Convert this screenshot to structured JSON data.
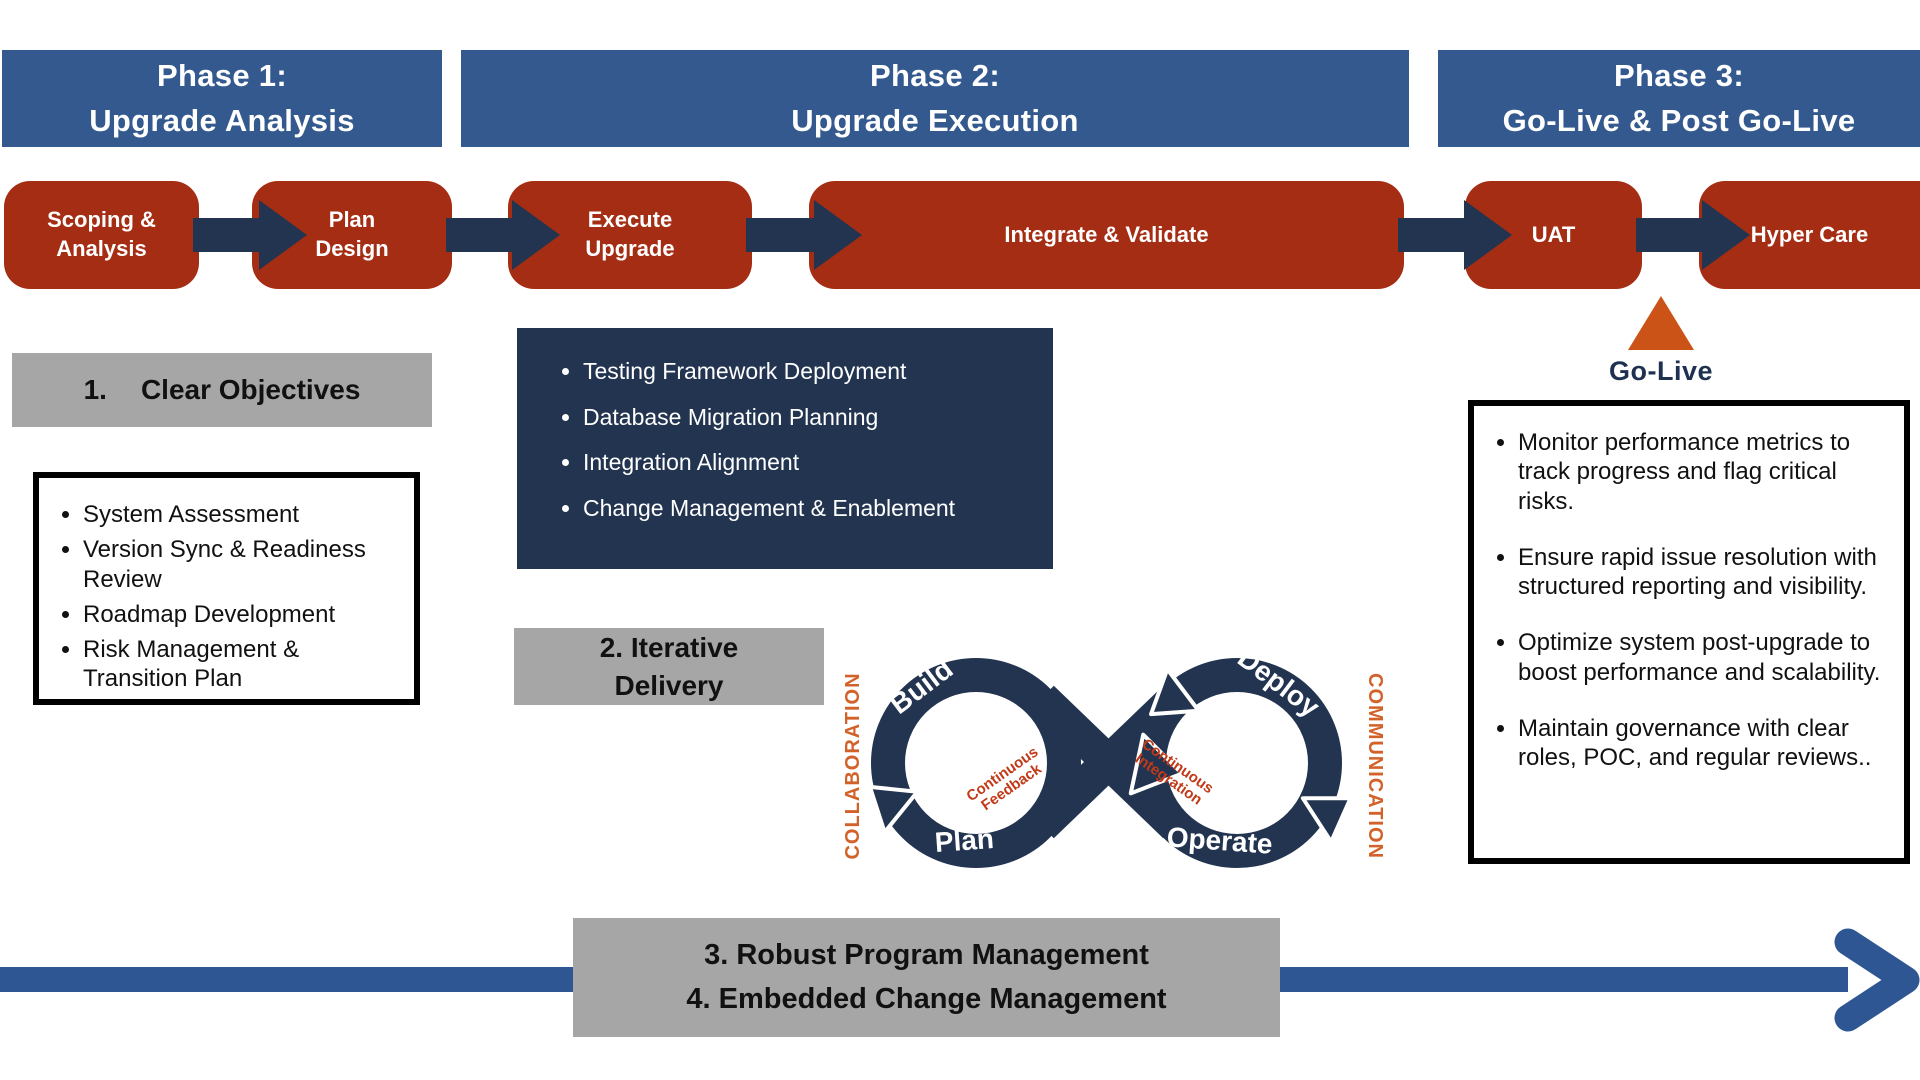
{
  "phases": [
    {
      "line1": "Phase 1:",
      "line2": "Upgrade Analysis"
    },
    {
      "line1": "Phase 2:",
      "line2": "Upgrade Execution"
    },
    {
      "line1": "Phase 3:",
      "line2": "Go-Live & Post Go-Live"
    }
  ],
  "steps": [
    {
      "lines": [
        "Scoping &",
        "Analysis"
      ]
    },
    {
      "lines": [
        "Plan",
        "Design"
      ]
    },
    {
      "lines": [
        "Execute",
        "Upgrade"
      ]
    },
    {
      "lines": [
        "Integrate & Validate"
      ]
    },
    {
      "lines": [
        "UAT"
      ]
    },
    {
      "lines": [
        "Hyper Care"
      ]
    }
  ],
  "go_live_label": "Go-Live",
  "callout_1": {
    "number": "1.",
    "label": "Clear Objectives"
  },
  "callout_2": {
    "line1": "2. Iterative",
    "line2": "Delivery"
  },
  "callout_bottom": {
    "line1": "3. Robust Program Management",
    "line2": "4. Embedded Change Management"
  },
  "phase1_details": {
    "items": [
      "System Assessment",
      "Version Sync &  Readiness Review",
      "Roadmap Development",
      "Risk Management & Transition Plan"
    ]
  },
  "phase2_details": {
    "items": [
      "Testing Framework Deployment",
      "Database Migration Planning",
      "Integration Alignment",
      "Change Management & Enablement"
    ]
  },
  "phase3_details": {
    "items": [
      "Monitor performance metrics to track progress and flag critical risks.",
      "Ensure rapid issue resolution with structured reporting and visibility.",
      "Optimize system post-upgrade to boost performance and scalability.",
      "Maintain governance with clear roles, POC, and regular reviews.."
    ]
  },
  "devops_loop": {
    "collaboration": "COLLABORATION",
    "communication": "COMMUNICATION",
    "build": "Build",
    "deploy": "Deploy",
    "plan": "Plan",
    "operate": "Operate",
    "continuous_feedback_line1": "Continuous",
    "continuous_feedback_line2": "Feedback",
    "continuous_integration_line1": "Continuous",
    "continuous_integration_line2": "Integration"
  },
  "colors": {
    "header_blue": "#33598F",
    "step_red": "#A52D13",
    "navy": "#22344F",
    "gray": "#A6A6A6",
    "go_live_orange": "#CC5318",
    "loop_label_orange": "#D2622A",
    "loop_center_red": "#C23A18",
    "bottom_arrow_blue": "#2D5693"
  }
}
